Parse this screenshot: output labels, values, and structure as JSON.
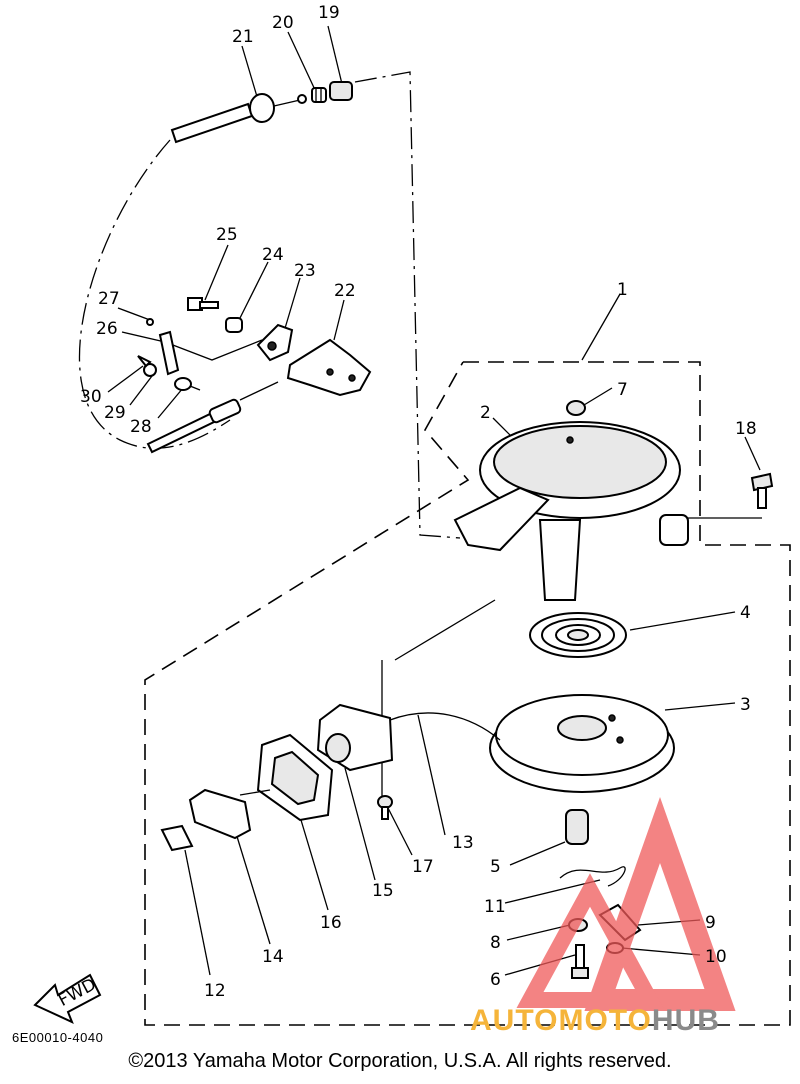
{
  "callouts": {
    "c1": "1",
    "c2": "2",
    "c3": "3",
    "c4": "4",
    "c5": "5",
    "c6": "6",
    "c7": "7",
    "c8": "8",
    "c9": "9",
    "c10": "10",
    "c11": "11",
    "c12": "12",
    "c13": "13",
    "c14": "14",
    "c15": "15",
    "c16": "16",
    "c17": "17",
    "c18": "18",
    "c19": "19",
    "c20": "20",
    "c21": "21",
    "c22": "22",
    "c23": "23",
    "c24": "24",
    "c25": "25",
    "c26": "26",
    "c27": "27",
    "c28": "28",
    "c29": "29",
    "c30": "30"
  },
  "fwd_label": "FWD",
  "watermark": {
    "part1": "AUTOMOTO",
    "part2": "HUB",
    "color1": "#f5b43a",
    "color2": "#8a8a8a",
    "logo_color": "#ef5a5a"
  },
  "diagram_code": "6E00010-4040",
  "copyright": "©2013 Yamaha Motor Corporation, U.S.A. All rights reserved."
}
